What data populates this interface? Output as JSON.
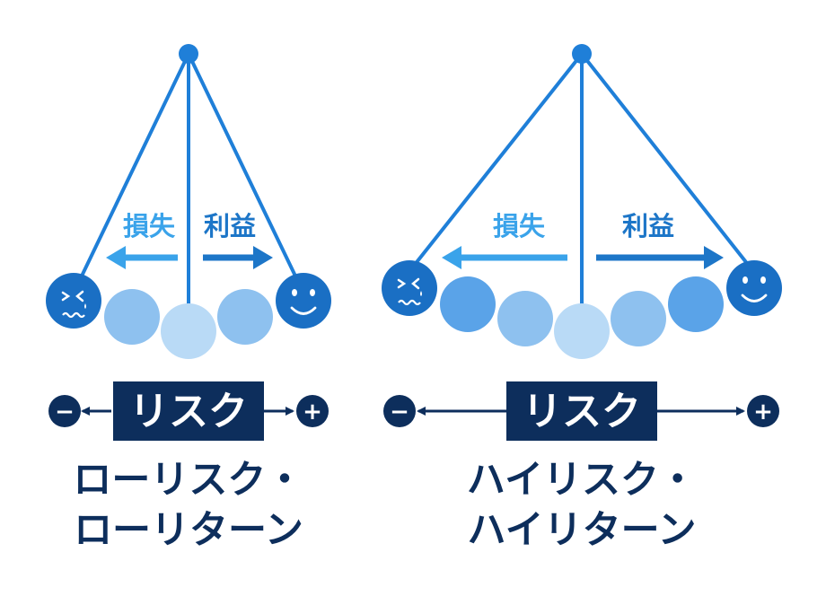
{
  "colors": {
    "navy": "#0d2e5c",
    "blue": "#1f7fd8",
    "loss_label": "#3aa3ea",
    "profit_label": "#1d76c8",
    "ball_dark": "#5aa3e8",
    "ball_mid": "#8ec1ef",
    "ball_light": "#b9daf6",
    "face_dark": "#1a6fc4"
  },
  "icons": {
    "sad_face": "sad-face-icon",
    "happy_face": "happy-face-icon",
    "minus": "minus-circle-icon",
    "plus": "plus-circle-icon"
  },
  "left_panel": {
    "loss_label": "損失",
    "profit_label": "利益",
    "risk_box": "リスク",
    "minus_sign": "−",
    "plus_sign": "+",
    "caption_line1": "ローリスク・",
    "caption_line2": "ローリターン"
  },
  "right_panel": {
    "loss_label": "損失",
    "profit_label": "利益",
    "risk_box": "リスク",
    "minus_sign": "−",
    "plus_sign": "+",
    "caption_line1": "ハイリスク・",
    "caption_line2": "ハイリターン"
  }
}
